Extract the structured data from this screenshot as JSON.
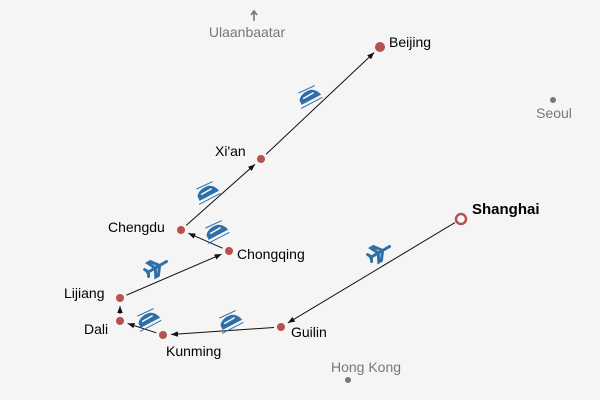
{
  "colors": {
    "city": "#b5514f",
    "route": "#111111",
    "icon": "#2e6fa8",
    "reference": "#777777"
  },
  "reference_places": [
    {
      "name": "Ulaanbaatar",
      "marker": "arrow-up-icon"
    },
    {
      "name": "Seoul",
      "marker": "dot"
    },
    {
      "name": "Hong Kong",
      "marker": "dot"
    }
  ],
  "cities": [
    {
      "name": "Shanghai",
      "start": true
    },
    {
      "name": "Guilin"
    },
    {
      "name": "Kunming"
    },
    {
      "name": "Dali"
    },
    {
      "name": "Lijiang"
    },
    {
      "name": "Chongqing"
    },
    {
      "name": "Chengdu"
    },
    {
      "name": "Xi'an"
    },
    {
      "name": "Beijing"
    }
  ],
  "routes": [
    {
      "from": "Shanghai",
      "to": "Guilin",
      "mode": "plane"
    },
    {
      "from": "Guilin",
      "to": "Kunming",
      "mode": "train"
    },
    {
      "from": "Kunming",
      "to": "Dali",
      "mode": "train"
    },
    {
      "from": "Dali",
      "to": "Lijiang",
      "mode": "none"
    },
    {
      "from": "Lijiang",
      "to": "Chongqing",
      "mode": "plane"
    },
    {
      "from": "Chongqing",
      "to": "Chengdu",
      "mode": "train"
    },
    {
      "from": "Chengdu",
      "to": "Xi'an",
      "mode": "train"
    },
    {
      "from": "Xi'an",
      "to": "Beijing",
      "mode": "train"
    }
  ]
}
